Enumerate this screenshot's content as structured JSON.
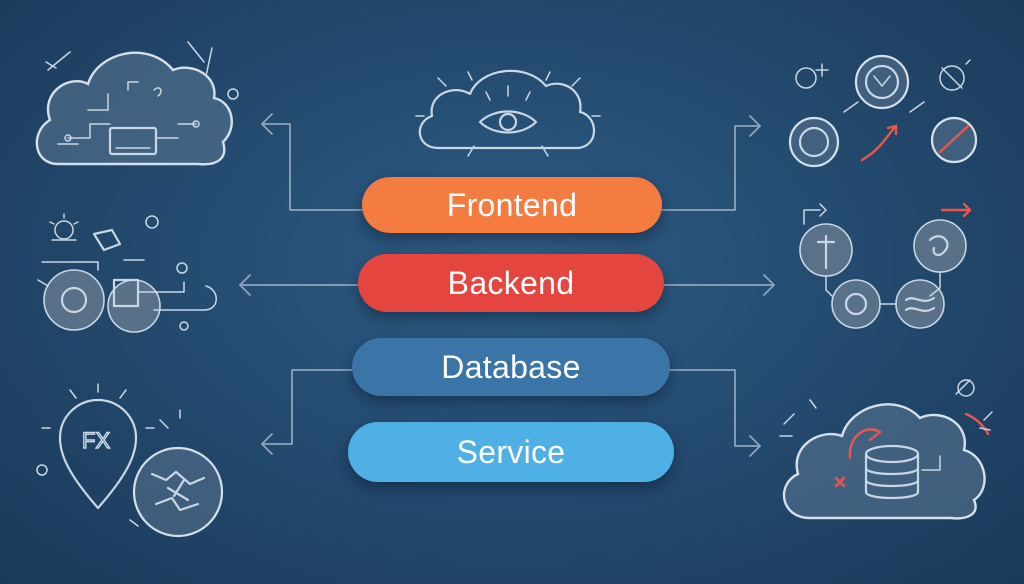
{
  "layers": [
    {
      "label": "Frontend",
      "color": "#f47c40"
    },
    {
      "label": "Backend",
      "color": "#e5453f"
    },
    {
      "label": "Database",
      "color": "#3b74a7"
    },
    {
      "label": "Service",
      "color": "#4fb0e5"
    }
  ],
  "icons": {
    "top_left": "cloud-circuit-icon",
    "top_center": "cloud-eye-icon",
    "top_right": "tools-cluster-icon",
    "middle_left": "gears-bulb-icon",
    "middle_right": "connected-gears-icon",
    "bottom_left": "pin-globe-icon",
    "bottom_right": "cloud-database-icon"
  },
  "colors": {
    "background": "#244b70",
    "line": "#8ea4bb",
    "accent_red": "#e9574b"
  }
}
